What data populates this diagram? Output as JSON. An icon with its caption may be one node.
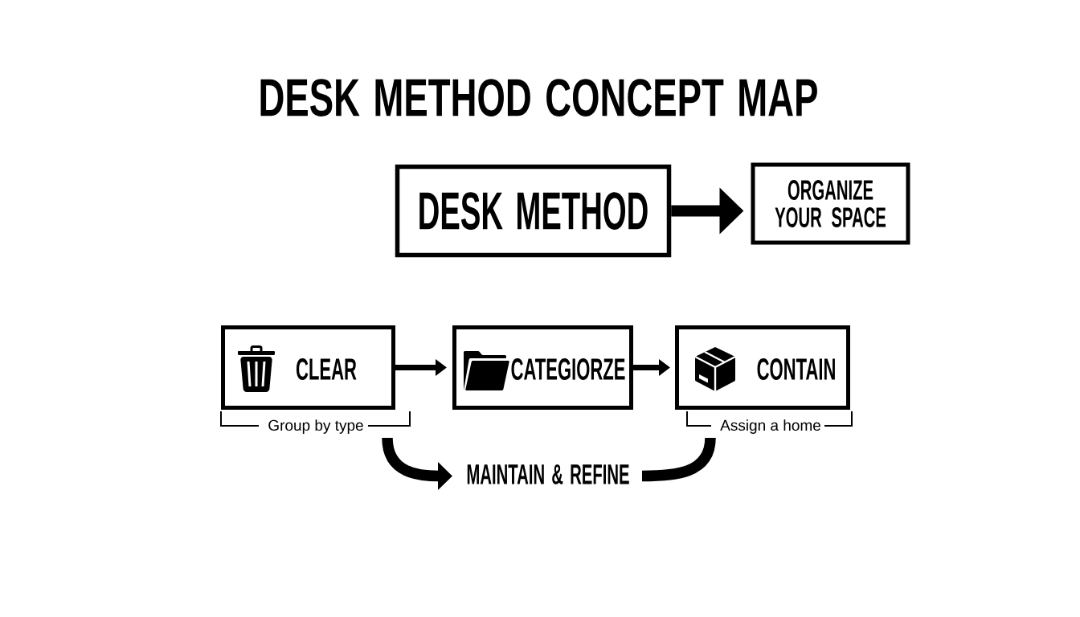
{
  "diagram": {
    "title": "DESK METHOD CONCEPT MAP",
    "nodes": [
      {
        "text": [
          "DESK METHOD"
        ]
      },
      {
        "text": [
          "ORGANIZE YOUR SPACE"
        ]
      },
      {
        "text": [
          "CLEAR"
        ],
        "beside": [
          "Group by type"
        ]
      },
      {
        "text": [
          "CATEGIORZE"
        ]
      },
      {
        "text": [
          "CONTAIN"
        ],
        "beside": [
          "Assign a home"
        ]
      },
      {
        "text": [
          "MAINTAIN & REFINE"
        ]
      }
    ],
    "edges": [
      {
        "from": 0,
        "to": 1,
        "arrow": "to"
      },
      {
        "from": 2,
        "to": 3,
        "arrow": "to"
      },
      {
        "from": 3,
        "to": 4,
        "arrow": "to"
      },
      {
        "from": 2,
        "to": 5,
        "arrow": "to"
      },
      {
        "from": 4,
        "to": 5,
        "arrow": "none"
      }
    ]
  }
}
